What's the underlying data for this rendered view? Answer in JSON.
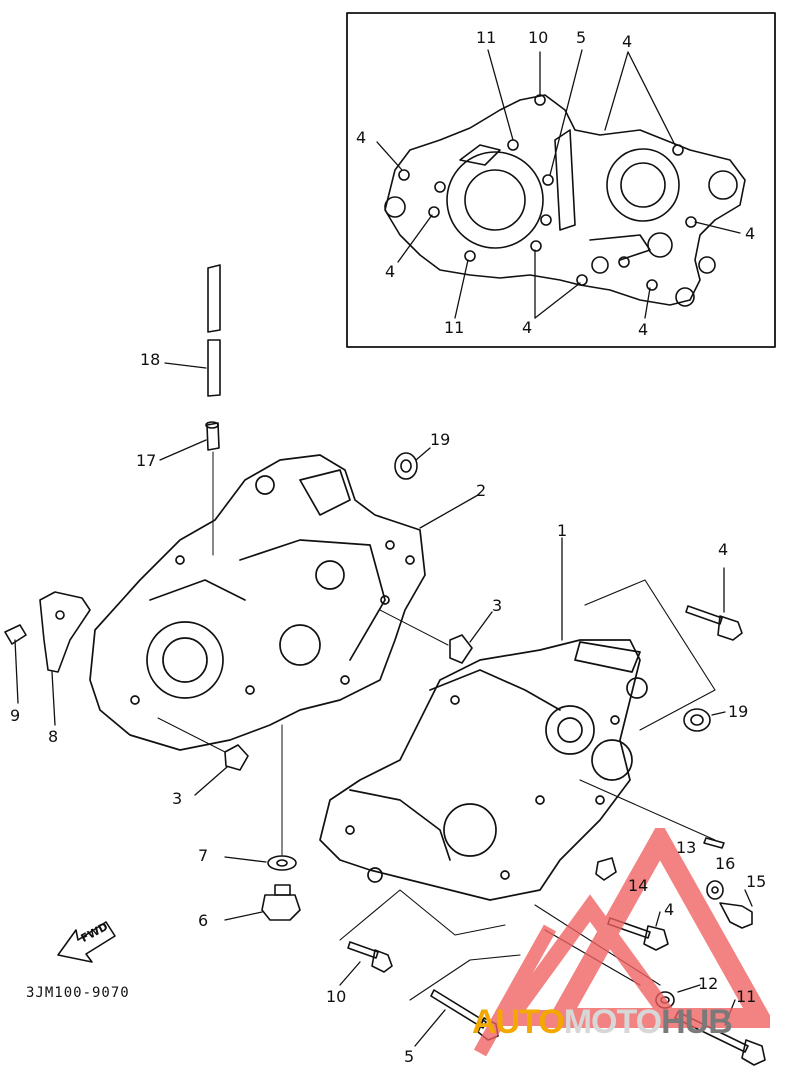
{
  "diagram": {
    "part_code": "3JM100-9070",
    "fwd_label": "FWD",
    "callouts": [
      {
        "id": "inset-11-top",
        "text": "11"
      },
      {
        "id": "inset-10",
        "text": "10"
      },
      {
        "id": "inset-5",
        "text": "5"
      },
      {
        "id": "inset-4-top",
        "text": "4"
      },
      {
        "id": "inset-4-left",
        "text": "4"
      },
      {
        "id": "inset-4-right",
        "text": "4"
      },
      {
        "id": "inset-4-midleft",
        "text": "4"
      },
      {
        "id": "inset-11-bottom",
        "text": "11"
      },
      {
        "id": "inset-4-bottom",
        "text": "4"
      },
      {
        "id": "inset-4-bottomright",
        "text": "4"
      },
      {
        "id": "main-18",
        "text": "18"
      },
      {
        "id": "main-17",
        "text": "17"
      },
      {
        "id": "main-19-top",
        "text": "19"
      },
      {
        "id": "main-2",
        "text": "2"
      },
      {
        "id": "main-3-right",
        "text": "3"
      },
      {
        "id": "main-1",
        "text": "1"
      },
      {
        "id": "main-4-right",
        "text": "4"
      },
      {
        "id": "main-19-right",
        "text": "19"
      },
      {
        "id": "main-9",
        "text": "9"
      },
      {
        "id": "main-8",
        "text": "8"
      },
      {
        "id": "main-3-left",
        "text": "3"
      },
      {
        "id": "main-7",
        "text": "7"
      },
      {
        "id": "main-6",
        "text": "6"
      },
      {
        "id": "main-13",
        "text": "13"
      },
      {
        "id": "main-16",
        "text": "16"
      },
      {
        "id": "main-15",
        "text": "15"
      },
      {
        "id": "main-14",
        "text": "14"
      },
      {
        "id": "main-4-bottom",
        "text": "4"
      },
      {
        "id": "main-10",
        "text": "10"
      },
      {
        "id": "main-12",
        "text": "12"
      },
      {
        "id": "main-11",
        "text": "11"
      },
      {
        "id": "main-5",
        "text": "5"
      }
    ]
  },
  "watermark": {
    "word_a": "AUTO",
    "word_b": "MOTO",
    "word_c": "HUB",
    "colors": {
      "triangle": "#f06060",
      "auto": "#f2a800",
      "moto": "#d7d7d7",
      "hub": "#7a7a7a"
    }
  },
  "colors": {
    "line": "#111111",
    "background": "#ffffff"
  }
}
